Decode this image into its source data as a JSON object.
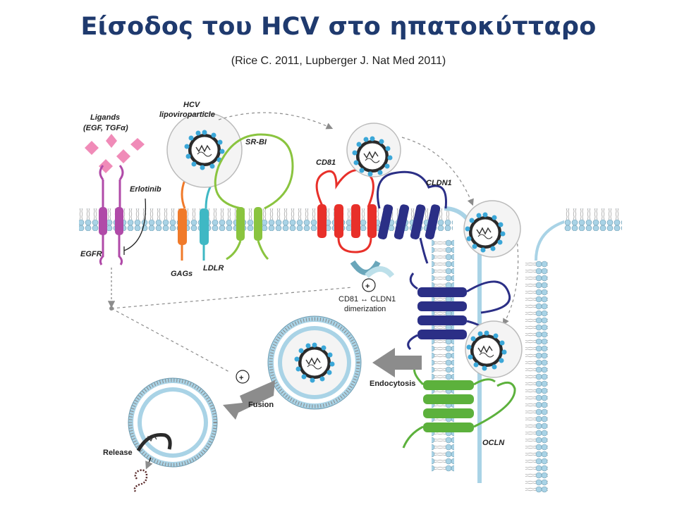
{
  "slide": {
    "title": "Είσοδος του HCV στο ηπατοκύτταρο",
    "subtitle": "(Rice C. 2011, Lupberger J. Nat Med 2011)"
  },
  "labels": {
    "ligands_line1": "Ligands",
    "ligands_line2": "(EGF, TGFα)",
    "hcv_line1": "HCV",
    "hcv_line2": "lipoviroparticle",
    "srbi": "SR-BI",
    "cd81": "CD81",
    "cldn1": "CLDN1",
    "erlotinib": "Erlotinib",
    "egfr": "EGFR",
    "gags": "GAGs",
    "ldlr": "LDLR",
    "dimer_line1": "CD81 ↔ CLDN1",
    "dimer_line2": "dimerization",
    "endocytosis": "Endocytosis",
    "fusion": "Fusion",
    "release": "Release",
    "ocln": "OCLN",
    "plus_sign": "+"
  },
  "colors": {
    "title": "#1f3a6e",
    "membrane": "#a9d3e6",
    "egfr": "#b04aa8",
    "gags": "#f07a2a",
    "ldlr": "#3fb8c4",
    "srbi": "#8ac43f",
    "cd81": "#e8302a",
    "cldn1": "#2b2f86",
    "ocln": "#5cb13c",
    "ligand": "#f08bb8",
    "arrow_grey": "#8c8c8c"
  }
}
